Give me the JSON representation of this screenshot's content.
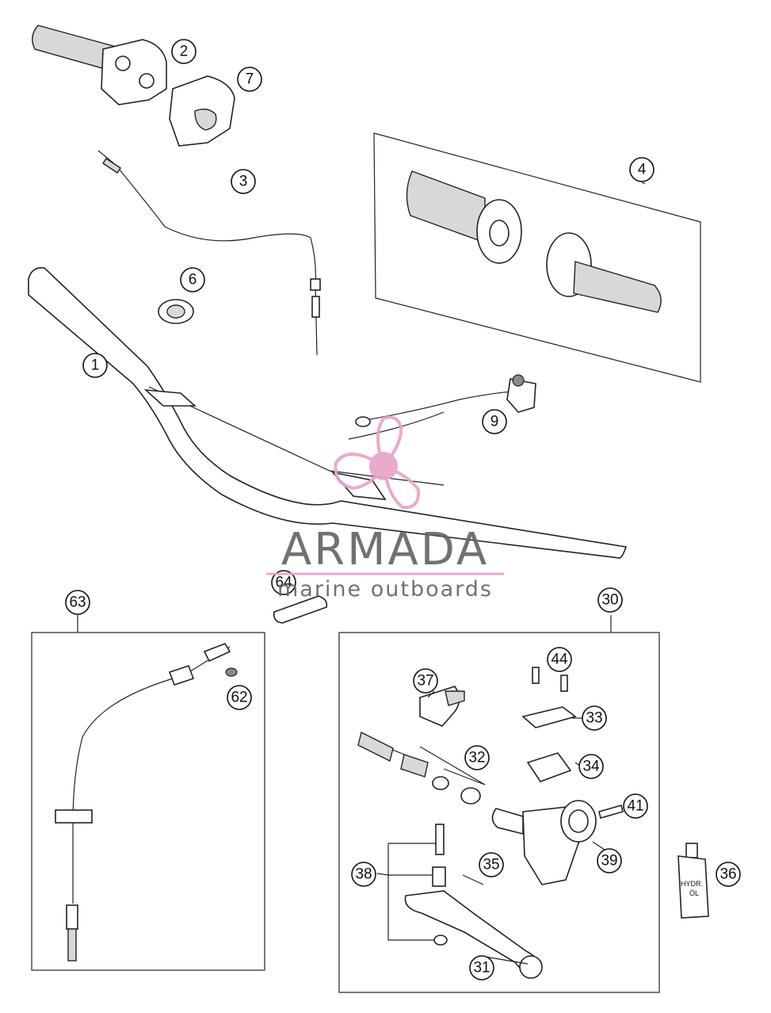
{
  "callouts": [
    {
      "id": "part-1",
      "label": "1"
    },
    {
      "id": "part-2",
      "label": "2"
    },
    {
      "id": "part-3",
      "label": "3"
    },
    {
      "id": "part-4",
      "label": "4"
    },
    {
      "id": "part-6",
      "label": "6"
    },
    {
      "id": "part-7",
      "label": "7"
    },
    {
      "id": "part-9",
      "label": "9"
    },
    {
      "id": "part-30",
      "label": "30"
    },
    {
      "id": "part-31",
      "label": "31"
    },
    {
      "id": "part-32",
      "label": "32"
    },
    {
      "id": "part-33",
      "label": "33"
    },
    {
      "id": "part-34",
      "label": "34"
    },
    {
      "id": "part-35",
      "label": "35"
    },
    {
      "id": "part-36",
      "label": "36"
    },
    {
      "id": "part-37",
      "label": "37"
    },
    {
      "id": "part-38",
      "label": "38"
    },
    {
      "id": "part-39",
      "label": "39"
    },
    {
      "id": "part-41",
      "label": "41"
    },
    {
      "id": "part-44",
      "label": "44"
    },
    {
      "id": "part-62",
      "label": "62"
    },
    {
      "id": "part-63",
      "label": "63"
    },
    {
      "id": "part-64",
      "label": "64"
    }
  ],
  "bottle_label": [
    "HYDR.",
    "ÖL"
  ],
  "watermark": {
    "brand": "ARMADA",
    "tagline": "marine outboards",
    "color": "#e8a3c9",
    "text_color": "#666666"
  }
}
